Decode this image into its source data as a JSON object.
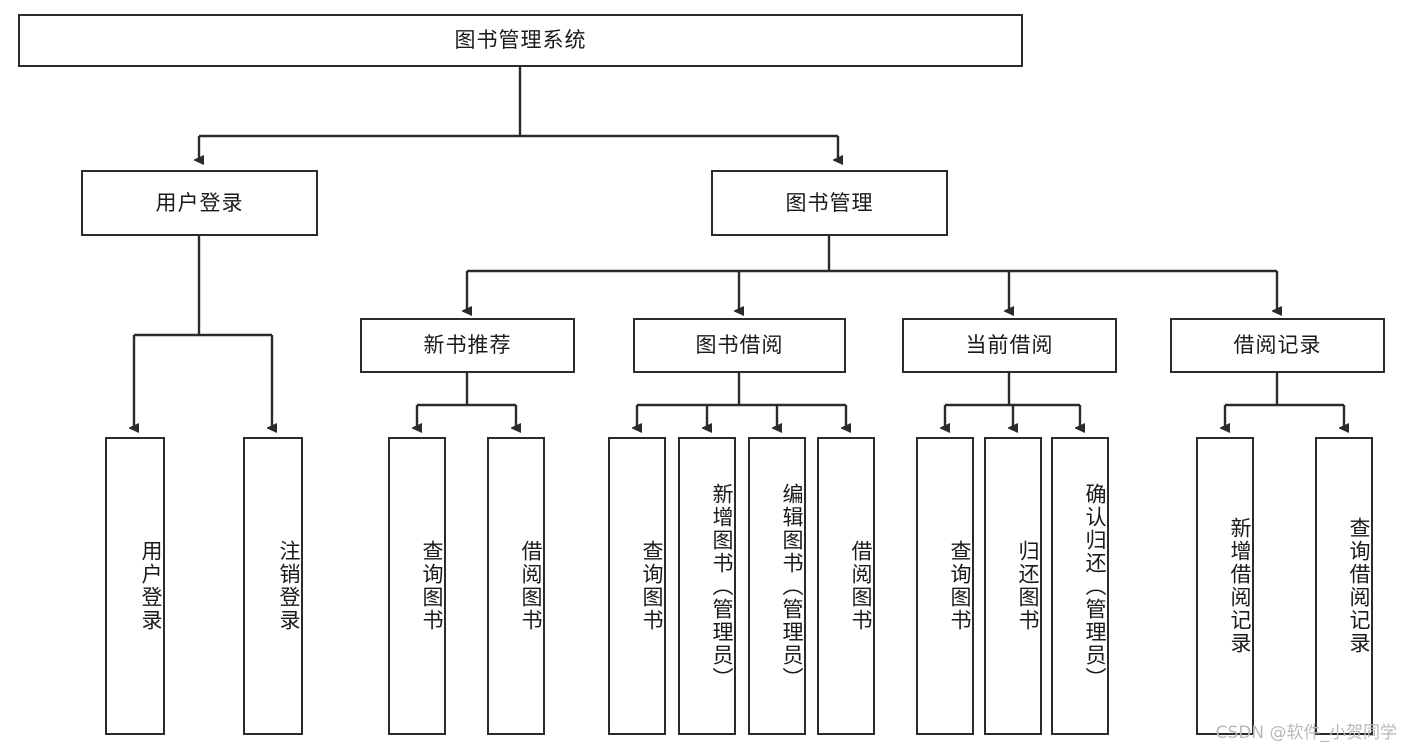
{
  "diagram": {
    "type": "tree",
    "title": "图书管理系统",
    "watermark": "CSDN @软件_小贺同学",
    "colors": {
      "stroke": "#2b2b2b",
      "fill": "#ffffff",
      "text": "#1a1a1a",
      "watermark": "#b9b9b9"
    },
    "levels": {
      "root": {
        "label": "图书管理系统"
      },
      "level2": [
        {
          "label": "用户登录"
        },
        {
          "label": "图书管理"
        }
      ],
      "level3": [
        {
          "label": "新书推荐"
        },
        {
          "label": "图书借阅"
        },
        {
          "label": "当前借阅"
        },
        {
          "label": "借阅记录"
        }
      ]
    },
    "leaves": {
      "user_login": [
        {
          "label": "用户登录"
        },
        {
          "label": "注销登录"
        }
      ],
      "new_book_recommend": [
        {
          "label": "查询图书"
        },
        {
          "label": "借阅图书"
        }
      ],
      "book_borrow": [
        {
          "label": "查询图书"
        },
        {
          "label": "新增图书（管理员）"
        },
        {
          "label": "编辑图书（管理员）"
        },
        {
          "label": "借阅图书"
        }
      ],
      "current_borrow": [
        {
          "label": "查询图书"
        },
        {
          "label": "归还图书"
        },
        {
          "label": "确认归还（管理员）"
        }
      ],
      "borrow_record": [
        {
          "label": "新增借阅记录"
        },
        {
          "label": "查询借阅记录"
        }
      ]
    }
  }
}
